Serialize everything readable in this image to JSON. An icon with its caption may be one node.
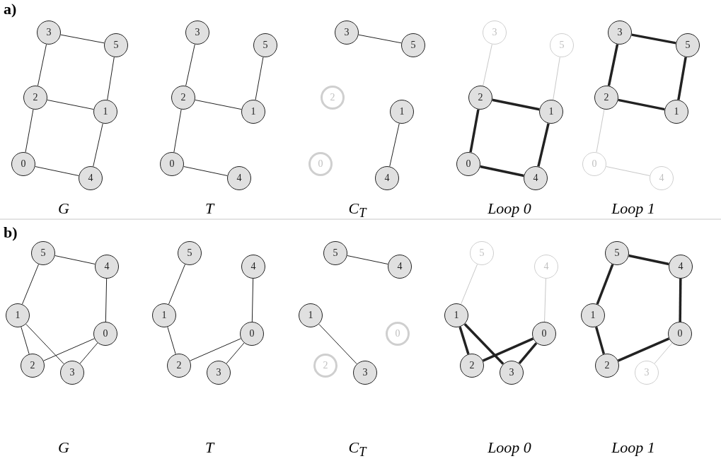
{
  "diagram": {
    "nodes": [
      {
        "text": [
          "3"
        ]
      },
      {
        "text": [
          "5"
        ]
      },
      {
        "text": [
          "2"
        ]
      },
      {
        "text": [
          "1"
        ]
      },
      {
        "text": [
          "0"
        ]
      },
      {
        "text": [
          "4"
        ]
      },
      {
        "text": [
          "3"
        ]
      },
      {
        "text": [
          "5"
        ]
      },
      {
        "text": [
          "2"
        ]
      },
      {
        "text": [
          "1"
        ]
      },
      {
        "text": [
          "0"
        ]
      },
      {
        "text": [
          "4"
        ]
      },
      {
        "text": [
          "3"
        ]
      },
      {
        "text": [
          "5"
        ]
      },
      {
        "text": [
          "2"
        ]
      },
      {
        "text": [
          "1"
        ]
      },
      {
        "text": [
          "0"
        ]
      },
      {
        "text": [
          "4"
        ]
      },
      {
        "text": [
          "3"
        ]
      },
      {
        "text": [
          "5"
        ]
      },
      {
        "text": [
          "2"
        ]
      },
      {
        "text": [
          "1"
        ]
      },
      {
        "text": [
          "0"
        ]
      },
      {
        "text": [
          "4"
        ]
      },
      {
        "text": [
          "3"
        ]
      },
      {
        "text": [
          "5"
        ]
      },
      {
        "text": [
          "2"
        ]
      },
      {
        "text": [
          "1"
        ]
      },
      {
        "text": [
          "0"
        ]
      },
      {
        "text": [
          "4"
        ]
      },
      {
        "text": [
          "5"
        ]
      },
      {
        "text": [
          "4"
        ]
      },
      {
        "text": [
          "1"
        ]
      },
      {
        "text": [
          "0"
        ]
      },
      {
        "text": [
          "2"
        ]
      },
      {
        "text": [
          "3"
        ]
      },
      {
        "text": [
          "5"
        ]
      },
      {
        "text": [
          "4"
        ]
      },
      {
        "text": [
          "1"
        ]
      },
      {
        "text": [
          "0"
        ]
      },
      {
        "text": [
          "2"
        ]
      },
      {
        "text": [
          "3"
        ]
      },
      {
        "text": [
          "5"
        ]
      },
      {
        "text": [
          "4"
        ]
      },
      {
        "text": [
          "1"
        ]
      },
      {
        "text": [
          "0"
        ]
      },
      {
        "text": [
          "2"
        ]
      },
      {
        "text": [
          "3"
        ]
      },
      {
        "text": [
          "5"
        ]
      },
      {
        "text": [
          "4"
        ]
      },
      {
        "text": [
          "1"
        ]
      },
      {
        "text": [
          "0"
        ]
      },
      {
        "text": [
          "2"
        ]
      },
      {
        "text": [
          "3"
        ]
      },
      {
        "text": [
          "5"
        ]
      },
      {
        "text": [
          "4"
        ]
      },
      {
        "text": [
          "1"
        ]
      },
      {
        "text": [
          "0"
        ]
      },
      {
        "text": [
          "2"
        ]
      },
      {
        "text": [
          "3"
        ]
      }
    ],
    "edges": [
      {
        "from": 0,
        "to": 1,
        "arrow": "none"
      },
      {
        "from": 0,
        "to": 2,
        "arrow": "none"
      },
      {
        "from": 1,
        "to": 3,
        "arrow": "none"
      },
      {
        "from": 2,
        "to": 3,
        "arrow": "none"
      },
      {
        "from": 2,
        "to": 4,
        "arrow": "none"
      },
      {
        "from": 3,
        "to": 5,
        "arrow": "none"
      },
      {
        "from": 4,
        "to": 5,
        "arrow": "none"
      },
      {
        "from": 6,
        "to": 8,
        "arrow": "none"
      },
      {
        "from": 7,
        "to": 9,
        "arrow": "none"
      },
      {
        "from": 8,
        "to": 9,
        "arrow": "none"
      },
      {
        "from": 8,
        "to": 10,
        "arrow": "none"
      },
      {
        "from": 10,
        "to": 11,
        "arrow": "none"
      },
      {
        "from": 12,
        "to": 13,
        "arrow": "none"
      },
      {
        "from": 15,
        "to": 17,
        "arrow": "none"
      },
      {
        "from": 18,
        "to": 20,
        "arrow": "none",
        "color": "#c8c8c8"
      },
      {
        "from": 19,
        "to": 21,
        "arrow": "none",
        "color": "#c8c8c8"
      },
      {
        "from": 20,
        "to": 21,
        "arrow": "none",
        "style": "thick"
      },
      {
        "from": 20,
        "to": 22,
        "arrow": "none",
        "style": "thick"
      },
      {
        "from": 21,
        "to": 23,
        "arrow": "none",
        "style": "thick"
      },
      {
        "from": 22,
        "to": 23,
        "arrow": "none",
        "style": "thick"
      },
      {
        "from": 24,
        "to": 25,
        "arrow": "none",
        "style": "thick"
      },
      {
        "from": 24,
        "to": 26,
        "arrow": "none",
        "style": "thick"
      },
      {
        "from": 25,
        "to": 27,
        "arrow": "none",
        "style": "thick"
      },
      {
        "from": 26,
        "to": 27,
        "arrow": "none",
        "style": "thick"
      },
      {
        "from": 26,
        "to": 28,
        "arrow": "none",
        "color": "#c8c8c8"
      },
      {
        "from": 28,
        "to": 29,
        "arrow": "none",
        "color": "#c8c8c8"
      },
      {
        "from": 30,
        "to": 31,
        "arrow": "none"
      },
      {
        "from": 30,
        "to": 32,
        "arrow": "none"
      },
      {
        "from": 31,
        "to": 33,
        "arrow": "none"
      },
      {
        "from": 32,
        "to": 34,
        "arrow": "none"
      },
      {
        "from": 32,
        "to": 35,
        "arrow": "none"
      },
      {
        "from": 33,
        "to": 34,
        "arrow": "none"
      },
      {
        "from": 33,
        "to": 35,
        "arrow": "none"
      },
      {
        "from": 36,
        "to": 38,
        "arrow": "none"
      },
      {
        "from": 37,
        "to": 39,
        "arrow": "none"
      },
      {
        "from": 38,
        "to": 40,
        "arrow": "none"
      },
      {
        "from": 39,
        "to": 40,
        "arrow": "none"
      },
      {
        "from": 39,
        "to": 41,
        "arrow": "none"
      },
      {
        "from": 42,
        "to": 43,
        "arrow": "none"
      },
      {
        "from": 44,
        "to": 47,
        "arrow": "none"
      },
      {
        "from": 48,
        "to": 50,
        "arrow": "none",
        "color": "#c8c8c8"
      },
      {
        "from": 49,
        "to": 51,
        "arrow": "none",
        "color": "#c8c8c8"
      },
      {
        "from": 50,
        "to": 52,
        "arrow": "none",
        "style": "thick"
      },
      {
        "from": 50,
        "to": 53,
        "arrow": "none",
        "style": "thick"
      },
      {
        "from": 51,
        "to": 52,
        "arrow": "none",
        "style": "thick"
      },
      {
        "from": 51,
        "to": 53,
        "arrow": "none",
        "style": "thick"
      },
      {
        "from": 54,
        "to": 55,
        "arrow": "none",
        "style": "thick"
      },
      {
        "from": 54,
        "to": 56,
        "arrow": "none",
        "style": "thick"
      },
      {
        "from": 55,
        "to": 57,
        "arrow": "none",
        "style": "thick"
      },
      {
        "from": 56,
        "to": 58,
        "arrow": "none",
        "style": "thick"
      },
      {
        "from": 57,
        "to": 58,
        "arrow": "none",
        "style": "thick"
      },
      {
        "from": 57,
        "to": 59,
        "arrow": "none",
        "color": "#c8c8c8"
      }
    ],
    "labels": [
      "a)",
      "G",
      "T",
      "C$_{T}$",
      "Loop 0",
      "Loop 1",
      "b)",
      "G",
      "T",
      "C$_{T}$",
      "Loop 0",
      "Loop 1"
    ]
  }
}
